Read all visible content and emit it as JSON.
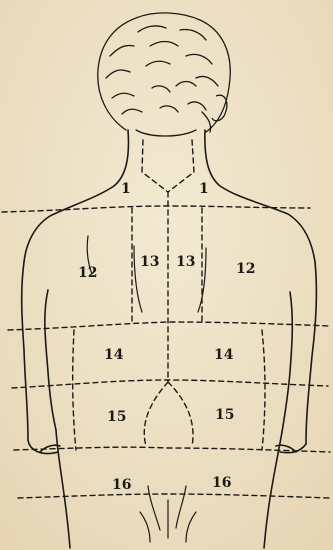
{
  "diagram": {
    "region_labels": {
      "r1_left": "1",
      "r1_right": "1",
      "r12_left": "12",
      "r12_right": "12",
      "r13_left": "13",
      "r13_right": "13",
      "r14_left": "14",
      "r14_right": "14",
      "r15_left": "15",
      "r15_right": "15",
      "r16_left": "16",
      "r16_right": "16"
    },
    "colors": {
      "paper": "#efe3c8",
      "ink": "#1d1a15"
    }
  }
}
